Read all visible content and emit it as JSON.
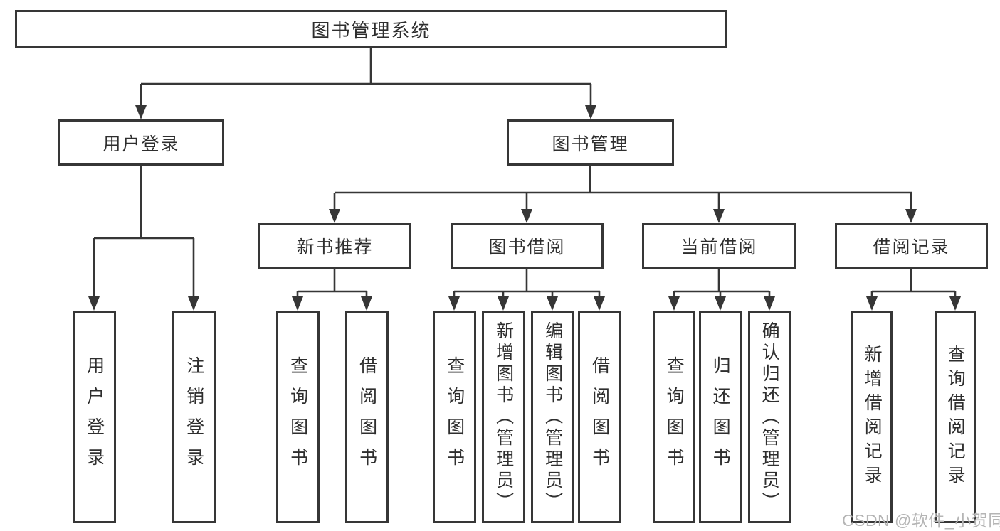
{
  "diagram": {
    "root": {
      "label": "图书管理系统"
    },
    "branches": [
      {
        "label": "用户登录",
        "children": [
          "用户登录",
          "注销登录"
        ]
      },
      {
        "label": "图书管理",
        "sections": [
          {
            "label": "新书推荐",
            "children": [
              "查询图书",
              "借阅图书"
            ]
          },
          {
            "label": "图书借阅",
            "children": [
              "查询图书",
              "新增图书（管理员）",
              "编辑图书（管理员）",
              "借阅图书"
            ]
          },
          {
            "label": "当前借阅",
            "children": [
              "查询图书",
              "归还图书",
              "确认归还（管理员）"
            ]
          },
          {
            "label": "借阅记录",
            "children": [
              "新增借阅记录",
              "查询借阅记录"
            ]
          }
        ]
      }
    ]
  },
  "watermark": {
    "text": "CSDN @软件_小贺同学"
  },
  "colors": {
    "line": "#363636",
    "box_border": "#363636",
    "text": "#2e2e2e",
    "watermark": "#b5b5b5",
    "background": "#ffffff"
  }
}
